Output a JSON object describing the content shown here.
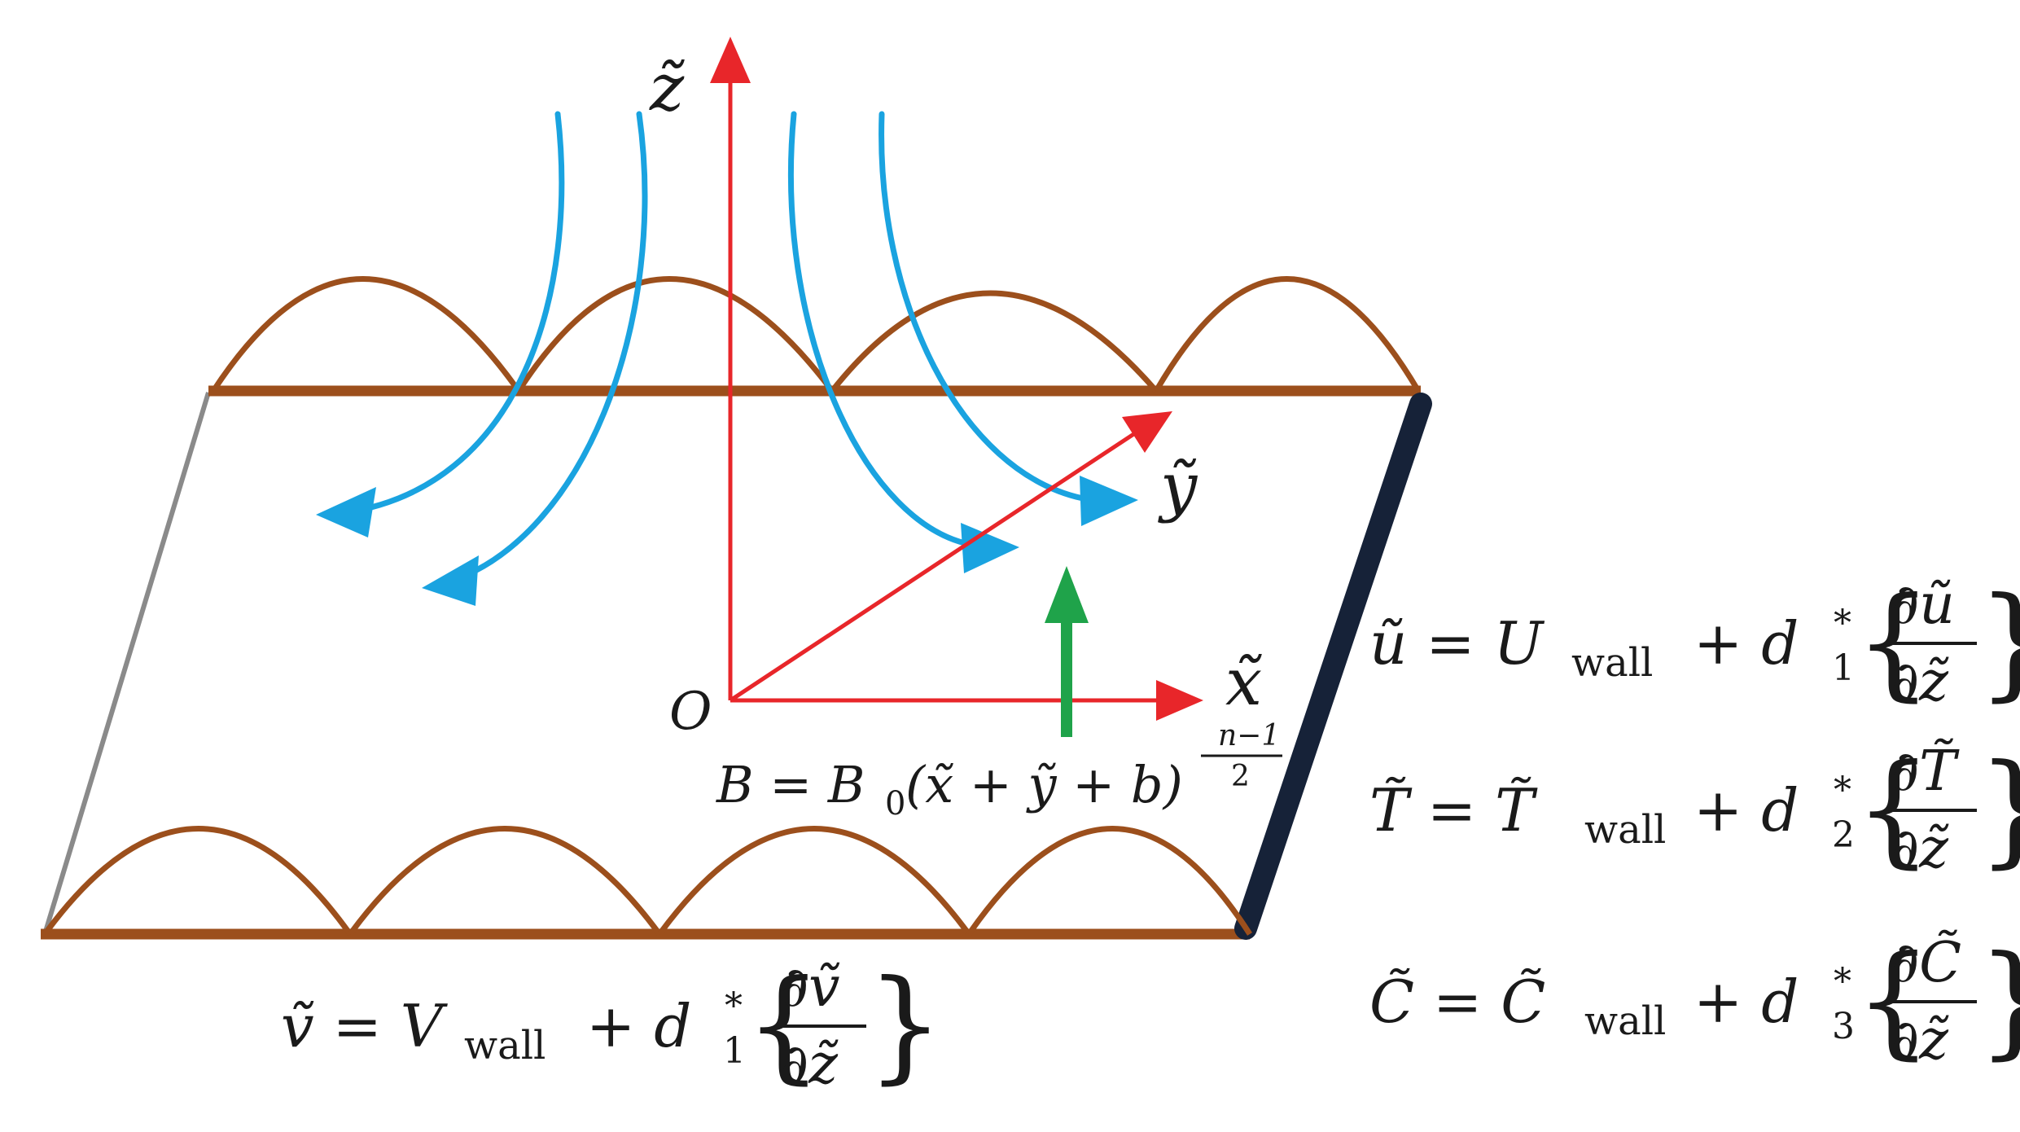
{
  "axes": {
    "origin_label": "O",
    "x_label": "x̃",
    "y_label": "ỹ",
    "z_label": "z̃"
  },
  "magnetic_field": {
    "lhs": "B = B",
    "sub": "0",
    "rest": "(x̃ + ỹ + b)",
    "exp_num": "n−1",
    "exp_den": "2"
  },
  "boundary_conditions": [
    {
      "lhs": "ũ = U",
      "sub": "wall",
      "plus": "+ d",
      "d_sub": "1",
      "d_sup": "*",
      "num": "∂ũ",
      "den": "∂z̃"
    },
    {
      "lhs": "T̃ = T̃",
      "sub": "wall",
      "plus": "+ d",
      "d_sub": "2",
      "d_sup": "*",
      "num": "∂T̃",
      "den": "∂z̃"
    },
    {
      "lhs": "C̃ = C̃",
      "sub": "wall",
      "plus": "+ d",
      "d_sub": "3",
      "d_sup": "*",
      "num": "∂C̃",
      "den": "∂z̃"
    },
    {
      "lhs": "ṽ = V",
      "sub": "wall",
      "plus": "+ d",
      "d_sub": "1",
      "d_sup": "*",
      "num": "∂ṽ",
      "den": "∂z̃"
    }
  ],
  "colors": {
    "axes": "#e8262a",
    "flow": "#1aa3e0",
    "roughness": "#9c4f1c",
    "wall": "#162238",
    "edge": "#8a8a8a",
    "field_arrow": "#1fa34a",
    "text": "#1a1a1a"
  }
}
